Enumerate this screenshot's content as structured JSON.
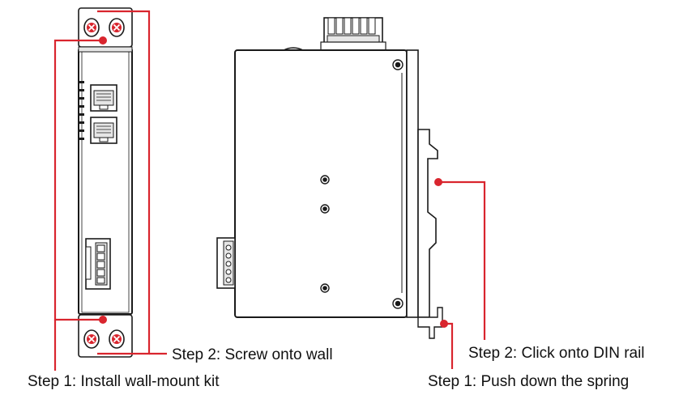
{
  "labels": {
    "wall_step2": "Step 2: Screw onto wall",
    "wall_step1": "Step 1: Install wall-mount kit",
    "din_step2": "Step 2: Click onto DIN rail",
    "din_step1": "Step 1: Push down the spring"
  },
  "colors": {
    "callout": "#d9252e",
    "outline": "#1a1a1a",
    "fill": "#ffffff",
    "shade": "#e6e6e6"
  },
  "icons": {
    "wall_screw": "screw-icon",
    "ethernet_port": "rj45-port-icon",
    "terminal_block": "terminal-block-icon",
    "callout_dot": "callout-dot-icon"
  }
}
